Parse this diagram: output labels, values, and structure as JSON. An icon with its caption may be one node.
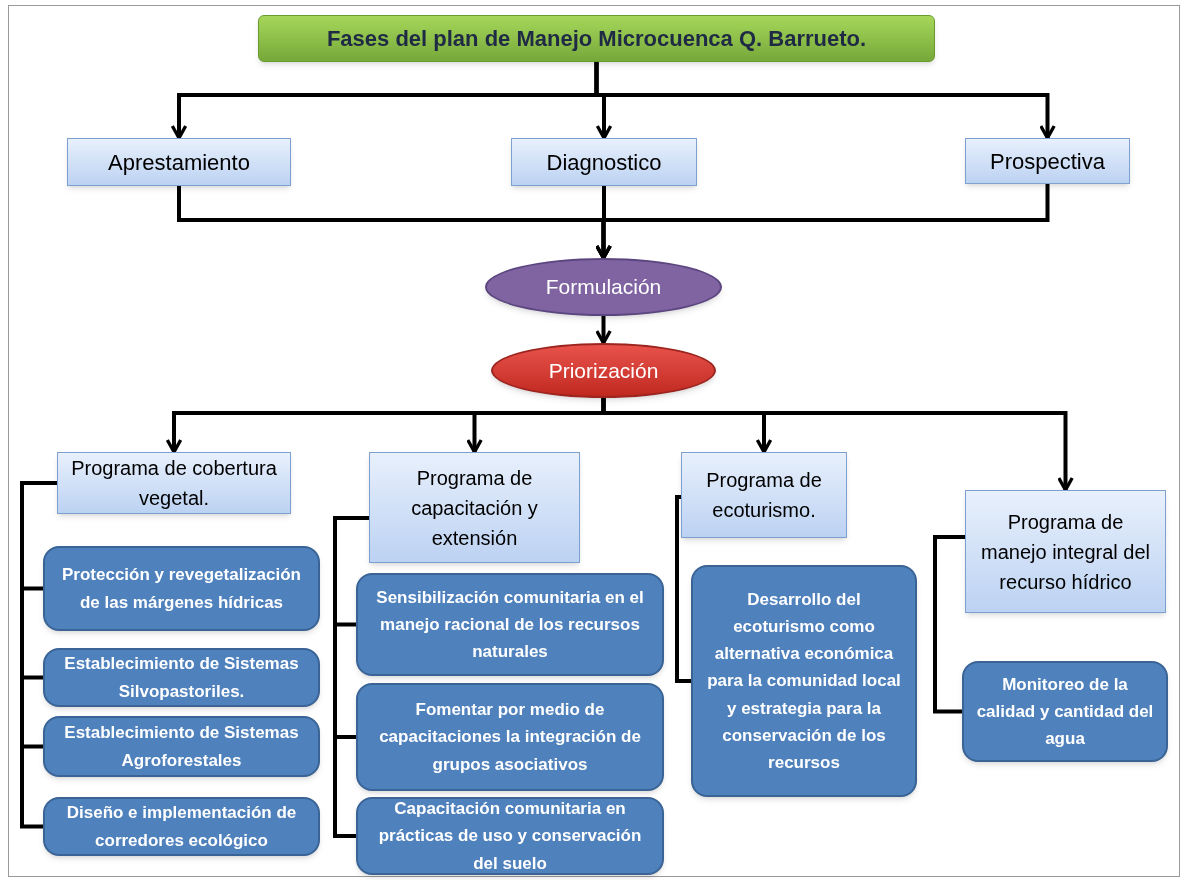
{
  "diagram": {
    "nodes": [
      {
        "text": [
          "Fases del plan de Manejo Microcuenca Q. Barrueto."
        ]
      },
      {
        "text": [
          "Aprestamiento"
        ]
      },
      {
        "text": [
          "Diagnostico"
        ]
      },
      {
        "text": [
          "Prospectiva"
        ]
      },
      {
        "text": [
          "Formulación"
        ]
      },
      {
        "text": [
          "Priorización"
        ]
      },
      {
        "text": [
          "Programa de cobertura vegetal."
        ]
      },
      {
        "text": [
          "Programa de capacitación y extensión"
        ]
      },
      {
        "text": [
          "Programa de ecoturismo."
        ]
      },
      {
        "text": [
          "Programa de manejo integral del recurso hídrico"
        ]
      },
      {
        "text": [
          "Protección y revegetalización de las márgenes hídricas"
        ]
      },
      {
        "text": [
          "Establecimiento de Sistemas Silvopastoriles."
        ]
      },
      {
        "text": [
          "Establecimiento de Sistemas  Agroforestales"
        ]
      },
      {
        "text": [
          "Diseño e implementación de corredores ecológico"
        ]
      },
      {
        "text": [
          "Sensibilización comunitaria en el manejo racional de los recursos naturales"
        ]
      },
      {
        "text": [
          "Fomentar por medio de capacitaciones la integración de grupos asociativos"
        ]
      },
      {
        "text": [
          "Capacitación comunitaria en prácticas de uso y conservación del suelo"
        ]
      },
      {
        "text": [
          "Desarrollo del ecoturismo como alternativa económica para la comunidad local y estrategia para la conservación de los recursos"
        ]
      },
      {
        "text": [
          "Monitoreo de la calidad y cantidad del agua"
        ]
      }
    ],
    "edges": [
      {
        "from": 0,
        "to": 1,
        "arrow": "to"
      },
      {
        "from": 0,
        "to": 2,
        "arrow": "to"
      },
      {
        "from": 0,
        "to": 3,
        "arrow": "to"
      },
      {
        "from": 1,
        "to": 4,
        "arrow": "to"
      },
      {
        "from": 2,
        "to": 4,
        "arrow": "to"
      },
      {
        "from": 3,
        "to": 4,
        "arrow": "to"
      },
      {
        "from": 4,
        "to": 5,
        "arrow": "to"
      },
      {
        "from": 5,
        "to": 6,
        "arrow": "to"
      },
      {
        "from": 5,
        "to": 7,
        "arrow": "to"
      },
      {
        "from": 5,
        "to": 8,
        "arrow": "to"
      },
      {
        "from": 5,
        "to": 9,
        "arrow": "to"
      },
      {
        "from": 6,
        "to": 10,
        "arrow": "none"
      },
      {
        "from": 6,
        "to": 11,
        "arrow": "none"
      },
      {
        "from": 6,
        "to": 12,
        "arrow": "none"
      },
      {
        "from": 6,
        "to": 13,
        "arrow": "none"
      },
      {
        "from": 7,
        "to": 14,
        "arrow": "none"
      },
      {
        "from": 7,
        "to": 15,
        "arrow": "none"
      },
      {
        "from": 7,
        "to": 16,
        "arrow": "none"
      },
      {
        "from": 8,
        "to": 17,
        "arrow": "none"
      },
      {
        "from": 9,
        "to": 18,
        "arrow": "none"
      }
    ]
  }
}
